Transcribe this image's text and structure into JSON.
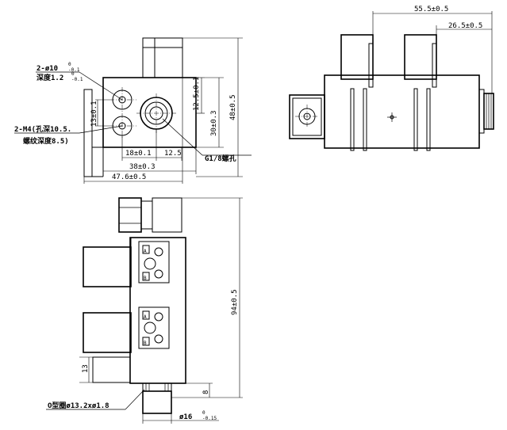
{
  "labels": {
    "hole_spec": "2-ø10",
    "hole_tol_up": "0",
    "hole_tol_dn": "-0.1",
    "hole_depth": "深度1.2",
    "hole_depth_tol_up": "0",
    "hole_depth_tol_dn": "-0.1",
    "thread_spec_1": "2-M4(孔深10.5.",
    "thread_spec_2": "螺纹深度8.5)",
    "pipe_thread": "G1/8螺孔",
    "dim_13": "13±0.1",
    "dim_12_5_v": "12.5±0.1",
    "dim_30": "30±0.3",
    "dim_48": "48±0.5",
    "dim_18": "18±0.1",
    "dim_12_5_h": "12.5",
    "dim_38": "38±0.3",
    "dim_47_6": "47.6±0.5",
    "dim_55_5": "55.5±0.5",
    "dim_26_5": "26.5±0.5",
    "dim_94": "94±0.5",
    "dim_13_side": "13",
    "dim_8": "8",
    "oring": "O型圈ø13.2xø1.8",
    "dia16": "ø16",
    "dia16_tol_up": "0",
    "dia16_tol_dn": "-0.15",
    "terminal_a": "A",
    "terminal_b": "B"
  }
}
